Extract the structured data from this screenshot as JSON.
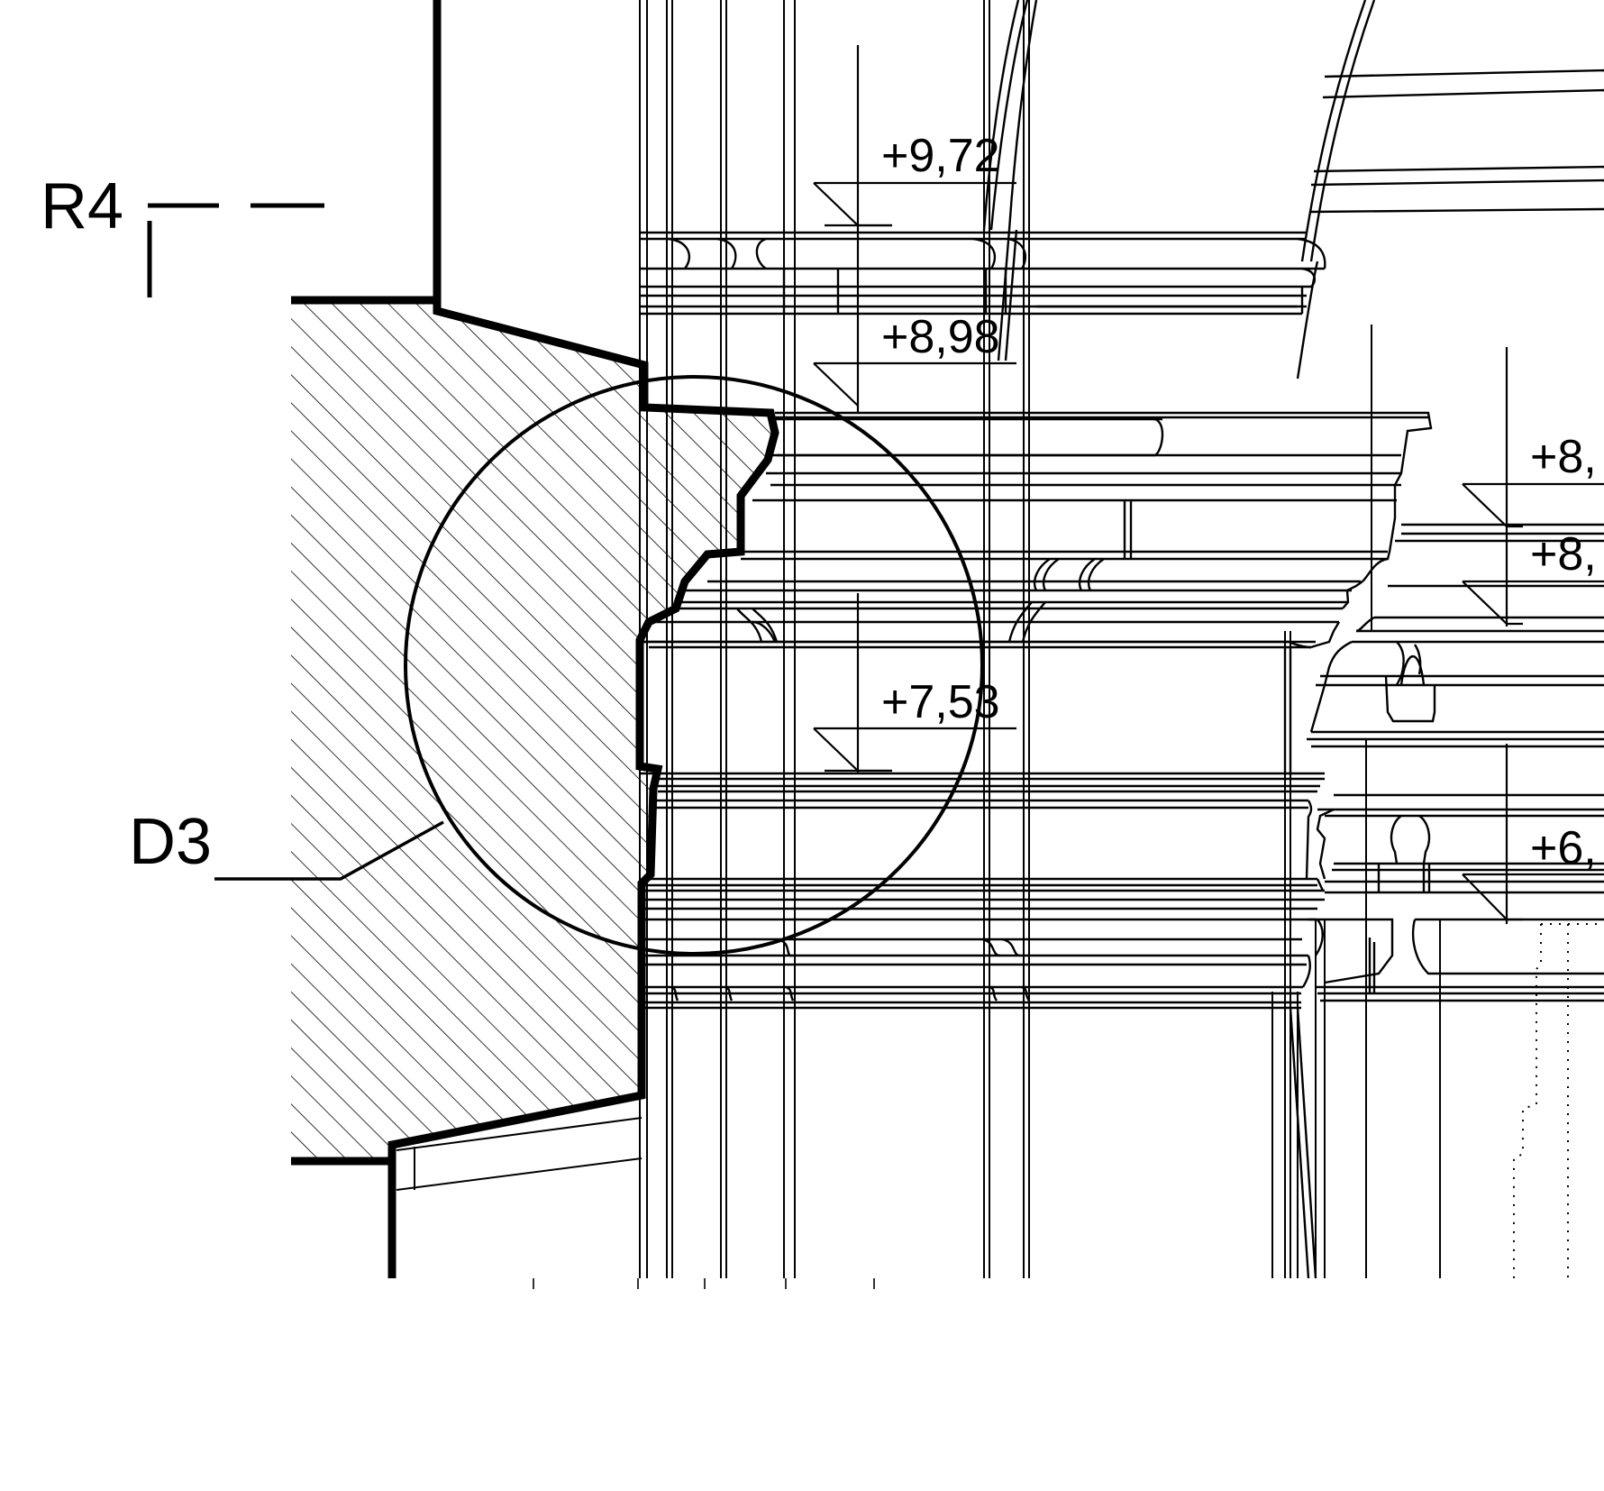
{
  "section_marker": {
    "label": "R4"
  },
  "detail_marker": {
    "label": "D3"
  },
  "levels": {
    "level_972": "+9,72",
    "level_898": "+8,98",
    "level_753": "+7,53",
    "level_8a": "+8,",
    "level_8b": "+8,",
    "level_6": "+6,"
  },
  "colors": {
    "ink": "#000000",
    "paper": "#ffffff"
  }
}
